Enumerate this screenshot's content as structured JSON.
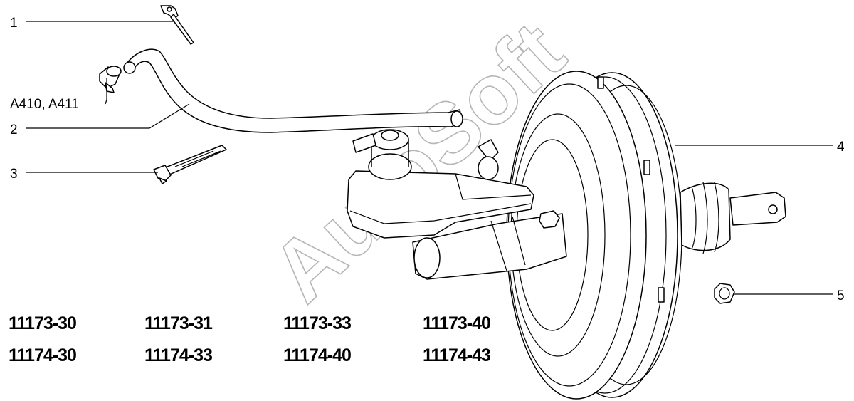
{
  "callouts": {
    "c1": "1",
    "c2": "2",
    "c3": "3",
    "c4": "4",
    "c5": "5",
    "cA": "A410, A411"
  },
  "watermark": "AutoSoft",
  "models": {
    "row1": [
      "11173-30",
      "11173-31",
      "11173-33",
      "11173-40"
    ],
    "row2": [
      "11174-30",
      "11174-33",
      "11174-40",
      "11174-43"
    ]
  }
}
